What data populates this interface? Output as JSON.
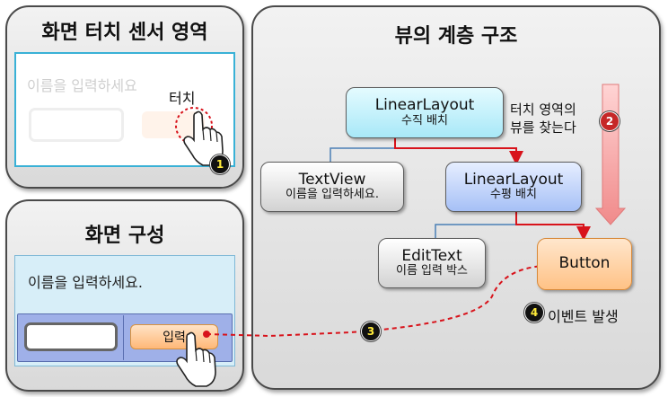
{
  "touch_panel": {
    "title": "화면 터치 센서 영역",
    "hint": "이름을 입력하세요",
    "touch_label": "터치",
    "step_badge": "1"
  },
  "compose_panel": {
    "title": "화면 구성",
    "hint": "이름을 입력하세요.",
    "button_label": "입력",
    "step_badge": "3"
  },
  "tree_panel": {
    "title": "뷰의 계층 구조",
    "search_note_line1": "터치 영역의",
    "search_note_line2": "뷰를 찾는다",
    "search_badge": "2",
    "event_badge": "4",
    "event_label": "이벤트 발생",
    "nodes": {
      "root": {
        "name": "LinearLayout",
        "desc": "수직 배치"
      },
      "textview": {
        "name": "TextView",
        "desc": "이름을 입력하세요."
      },
      "inner": {
        "name": "LinearLayout",
        "desc": "수평 배치"
      },
      "edittext": {
        "name": "EditText",
        "desc": "이름 입력 박스"
      },
      "button": {
        "name": "Button"
      }
    }
  },
  "colors": {
    "arrow_red": "#d8131b",
    "connector_blue": "#4a7fb5",
    "screen_border": "#39b1d6",
    "button_orange": "#ffc286"
  }
}
